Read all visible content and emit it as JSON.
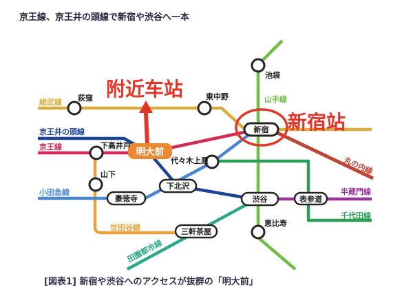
{
  "title": "京王線、京王井の頭線で新宿や渋谷へ一本",
  "caption": "[図表1] 新宿や渋谷へのアクセスが抜群の「明大前」",
  "annotations": {
    "nearby_station": "附近车站",
    "shinjuku_station": "新宿站",
    "color": "#e53528"
  },
  "highlight_station": {
    "name": "明大前",
    "bg": "#e78a33",
    "text_color": "#ffffff"
  },
  "lines": {
    "sobu": {
      "name": "総武線",
      "color": "#d8ac3e"
    },
    "inokashira": {
      "name": "京王井の頭線",
      "color": "#1e4396"
    },
    "keio": {
      "name": "京王線",
      "color": "#d42a55"
    },
    "odakyu": {
      "name": "小田急線",
      "color": "#4a86ce"
    },
    "setagaya": {
      "name": "世田谷線",
      "color": "#eba23e"
    },
    "denentoshi": {
      "name": "田園都市線",
      "color": "#2aa98b"
    },
    "yamanote": {
      "name": "山手線",
      "color": "#6fbe44"
    },
    "marunouchi": {
      "name": "丸の内線",
      "color": "#c04433"
    },
    "hanzomon": {
      "name": "半蔵門線",
      "color": "#9c3399"
    },
    "chiyoda": {
      "name": "千代田線",
      "color": "#2c9e56"
    }
  },
  "stations": {
    "ogikubo": "荻窪",
    "higashinakano": "東中野",
    "ikebukuro": "池袋",
    "shimotakaido": "下高井戸",
    "yamashita": "山下",
    "yoyogiuehara": "代々木上原",
    "ebisu": "恵比寿",
    "shimokitazawa": "下北沢",
    "gotokuji": "豪徳寺",
    "sangenjaya": "三軒茶屋",
    "shibuya": "渋谷",
    "omotesando": "表参道",
    "shinjuku": "新宿"
  }
}
